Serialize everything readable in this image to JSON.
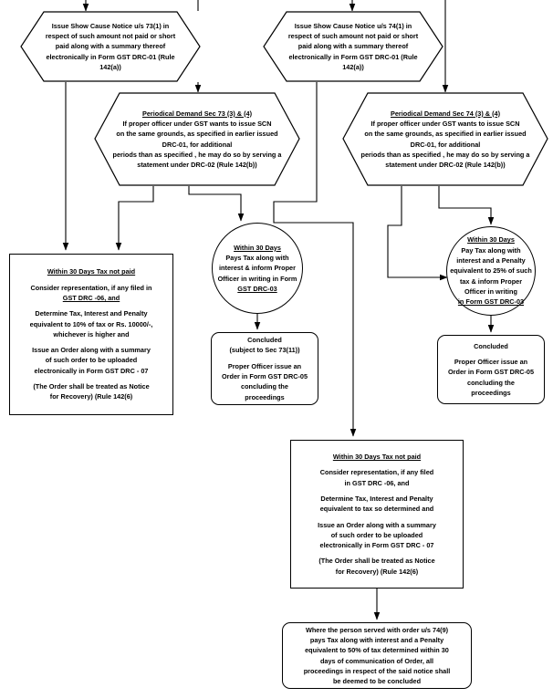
{
  "diagram": {
    "title": "GST Demand and Recovery Flowchart - Section 73 and Section 74",
    "background": "#ffffff",
    "line_color": "#000000",
    "text_color": "#000000"
  },
  "nodes": {
    "scn73": {
      "shape": "hexagon",
      "lines": [
        "Issue Show Cause Notice u/s 73(1) in",
        "respect of such amount not paid or short",
        "paid along with a summary thereof",
        "electronically in Form GST DRC-01 (Rule",
        "142(a))"
      ]
    },
    "scn74": {
      "shape": "hexagon",
      "lines": [
        "Issue Show Cause Notice u/s 74(1) in",
        "respect of such amount not paid or short",
        "paid along with a summary thereof",
        "electronically in Form GST DRC-01 (Rule",
        "142(a))"
      ]
    },
    "periodical73": {
      "shape": "hexagon",
      "heading": "Periodical Demand Sec 73 (3) & (4)",
      "lines": [
        "If proper officer under GST wants to issue SCN",
        "on the same grounds, as specified in earlier issued",
        "DRC-01, for additional",
        "periods than as specified , he may do so by serving a",
        "statement under DRC-02 (Rule 142(b))"
      ]
    },
    "periodical74": {
      "shape": "hexagon",
      "heading": "Periodical Demand Sec 74 (3) & (4)",
      "lines": [
        "If proper officer under GST wants to issue SCN",
        "on the same grounds, as specified in earlier issued",
        "DRC-01, for additional",
        "periods than as specified , he may do so by serving a",
        "statement under DRC-02 (Rule 142(b))"
      ]
    },
    "left_tax_not_paid": {
      "shape": "rectangle",
      "heading": "Within 30 Days Tax not paid",
      "paras": [
        [
          "Consider representation, if any filed in",
          "GST DRC -06, and"
        ],
        [
          "Determine Tax, Interest and Penalty",
          "equivalent to 10% of tax or Rs. 10000/-,",
          "whichever is higher and"
        ],
        [
          "Issue an Order  along with a summary",
          "of such order to be uploaded",
          "electronically in Form GST DRC - 07"
        ],
        [
          "(The Order shall be treated as Notice",
          "for Recovery) (Rule 142(6)"
        ]
      ]
    },
    "circle73": {
      "shape": "circle",
      "heading": "Within 30 Days",
      "lines": [
        "Pays Tax along with",
        "interest & inform Proper",
        "Officer in writing in Form",
        "GST DRC-03"
      ]
    },
    "concluded73": {
      "shape": "rounded-rectangle",
      "lines_top": [
        "Concluded",
        "(subject to Sec 73(11))"
      ],
      "lines_bottom": [
        "Proper Officer issue an",
        "Order in Form GST DRC-05",
        "concluding the",
        "proceedings"
      ]
    },
    "circle74": {
      "shape": "circle",
      "heading": "Within 30 Days",
      "lines": [
        "Pay Tax along with",
        "interest and a Penalty",
        "equivalent to 25% of such",
        "tax & inform Proper",
        "Officer in writing",
        "in Form GST DRC-03"
      ]
    },
    "concluded74": {
      "shape": "rounded-rectangle",
      "lines_top": [
        "Concluded"
      ],
      "lines_bottom": [
        "Proper Officer issue an",
        "Order in Form GST DRC-05",
        "concluding the",
        "proceedings"
      ]
    },
    "mid_tax_not_paid": {
      "shape": "rectangle",
      "heading": "Within 30 Days Tax not paid",
      "paras": [
        [
          "Consider representation, if any filed",
          "in GST DRC -06, and"
        ],
        [
          "Determine Tax, Interest and Penalty",
          "equivalent to tax so determined and"
        ],
        [
          "Issue an Order  along with a summary",
          "of such order to be uploaded",
          "electronically in Form GST DRC - 07"
        ],
        [
          "(The Order shall be treated as Notice",
          "for Recovery) (Rule 142(6)"
        ]
      ]
    },
    "final_74_9": {
      "shape": "rounded-rectangle",
      "lines": [
        "Where the person served with order u/s 74(9)",
        "pays Tax along with interest and a Penalty",
        "equivalent to 50% of tax determined within 30",
        "days of communication of Order, all",
        "proceedings in respect of the said notice shall",
        "be deemed to be concluded"
      ]
    }
  }
}
